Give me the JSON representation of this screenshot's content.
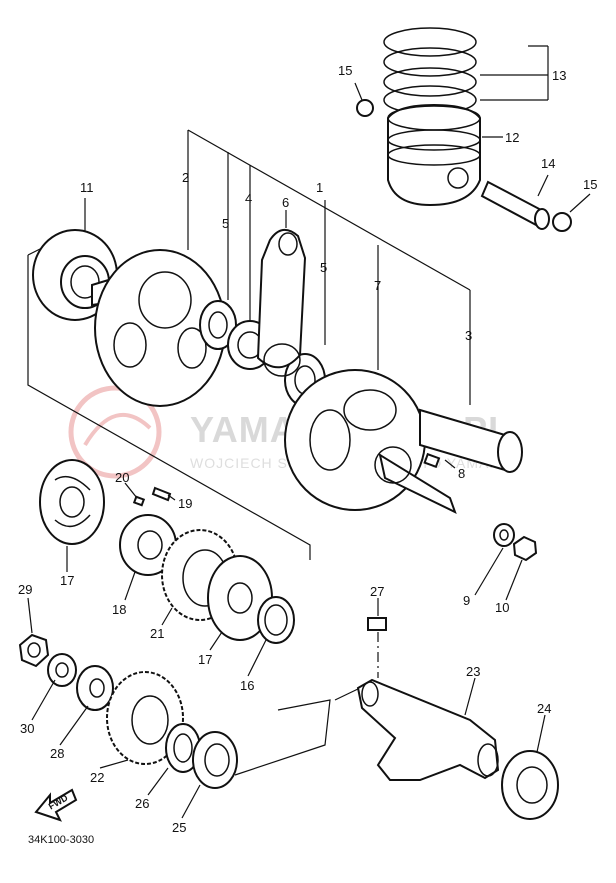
{
  "diagram_code": "34K100-3030",
  "watermark": {
    "main": "YAMAHASHOP.PL",
    "sub": "WOJCIECH SOBOLEWSKI - MOTO YAMAHA"
  },
  "fwd_label": "FWD",
  "callouts": {
    "c1": "1",
    "c2": "2",
    "c3": "3",
    "c4": "4",
    "c5a": "5",
    "c5b": "5",
    "c6": "6",
    "c7": "7",
    "c8": "8",
    "c9": "9",
    "c10": "10",
    "c11": "11",
    "c12": "12",
    "c13": "13",
    "c14": "14",
    "c15a": "15",
    "c15b": "15",
    "c16": "16",
    "c17a": "17",
    "c17b": "17",
    "c18": "18",
    "c19": "19",
    "c20": "20",
    "c21": "21",
    "c22": "22",
    "c23": "23",
    "c24": "24",
    "c25": "25",
    "c26": "26",
    "c27": "27",
    "c28": "28",
    "c29": "29",
    "c30": "30"
  },
  "colors": {
    "ink": "#111111",
    "watermark": "#d9d9d9",
    "watermark_logo": "#f2c4c4"
  }
}
